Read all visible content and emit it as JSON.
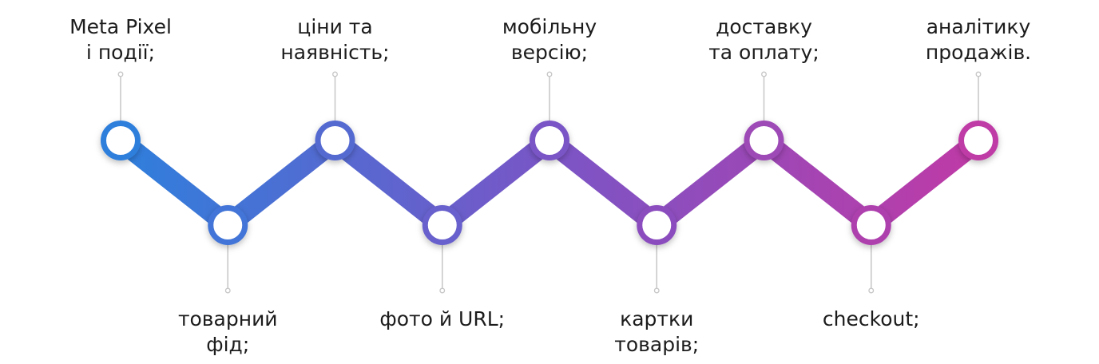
{
  "diagram": {
    "gradient": {
      "start": "#2f7fdc",
      "middle": "#7a55c6",
      "end": "#bf3aa6"
    },
    "node_fill": "#ffffff",
    "connector_color": "#c6c6c6",
    "steps": [
      {
        "position": "top",
        "lines": [
          "Meta Pixel",
          "і події;"
        ]
      },
      {
        "position": "bottom",
        "lines": [
          "товарний",
          "фід;"
        ]
      },
      {
        "position": "top",
        "lines": [
          "ціни та",
          "наявність;"
        ]
      },
      {
        "position": "bottom",
        "lines": [
          "фото й URL;"
        ]
      },
      {
        "position": "top",
        "lines": [
          "мобільну",
          "версію;"
        ]
      },
      {
        "position": "bottom",
        "lines": [
          "картки",
          "товарів;"
        ]
      },
      {
        "position": "top",
        "lines": [
          "доставку",
          "та оплату;"
        ]
      },
      {
        "position": "bottom",
        "lines": [
          "checkout;"
        ]
      },
      {
        "position": "top",
        "lines": [
          "аналітику",
          "продажів."
        ]
      }
    ]
  }
}
